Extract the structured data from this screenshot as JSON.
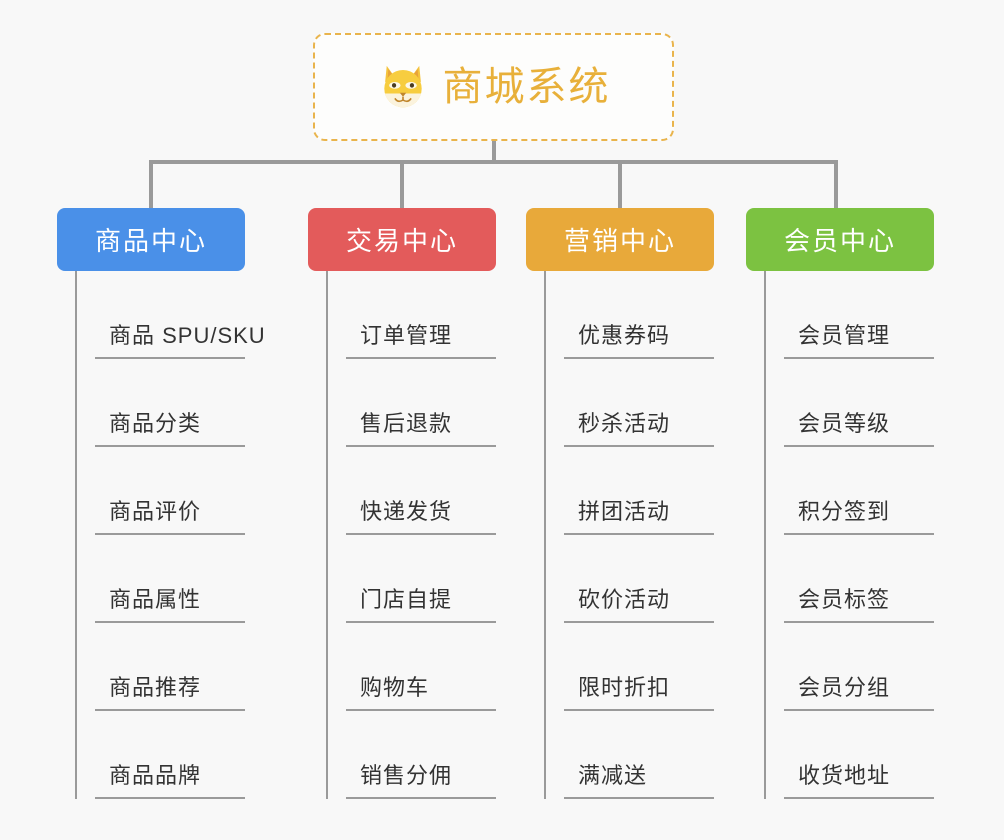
{
  "canvas": {
    "background": "#f8f8f8",
    "line_color": "#9a9a9a"
  },
  "root": {
    "title": "商城系统",
    "emoji_name": "shiba-dog-face-emoji",
    "border_color": "#e9b44c",
    "title_color": "#e8b03a"
  },
  "branches": [
    {
      "label": "商品中心",
      "color": "#4a90e8",
      "items": [
        "商品 SPU/SKU",
        "商品分类",
        "商品评价",
        "商品属性",
        "商品推荐",
        "商品品牌"
      ]
    },
    {
      "label": "交易中心",
      "color": "#e35b5b",
      "items": [
        "订单管理",
        "售后退款",
        "快递发货",
        "门店自提",
        "购物车",
        "销售分佣"
      ]
    },
    {
      "label": "营销中心",
      "color": "#e8a93a",
      "items": [
        "优惠券码",
        "秒杀活动",
        "拼团活动",
        "砍价活动",
        "限时折扣",
        "满减送"
      ]
    },
    {
      "label": "会员中心",
      "color": "#7cc241",
      "items": [
        "会员管理",
        "会员等级",
        "积分签到",
        "会员标签",
        "会员分组",
        "收货地址"
      ]
    }
  ]
}
